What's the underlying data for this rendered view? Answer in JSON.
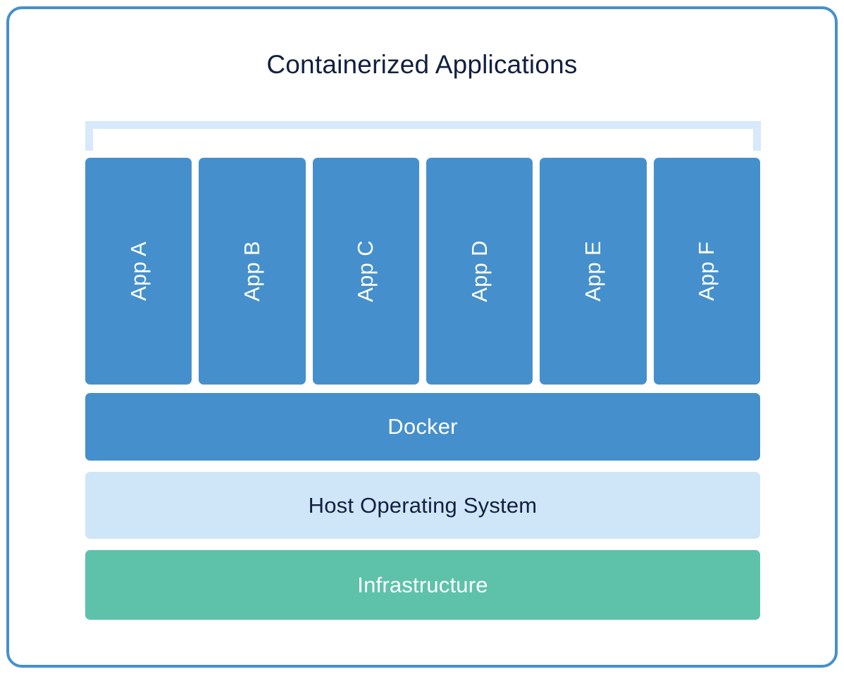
{
  "diagram": {
    "title": "Containerized Applications",
    "frame": {
      "border_color": "#4590cc"
    },
    "bracket": {
      "name": "containerized-apps-bracket",
      "color": "#d7e9fa"
    },
    "apps": [
      {
        "label": "App A",
        "color": "#4590cc"
      },
      {
        "label": "App B",
        "color": "#4590cc"
      },
      {
        "label": "App C",
        "color": "#4590cc"
      },
      {
        "label": "App D",
        "color": "#4590cc"
      },
      {
        "label": "App E",
        "color": "#4590cc"
      },
      {
        "label": "App F",
        "color": "#4590cc"
      }
    ],
    "layers": [
      {
        "label": "Docker",
        "color": "#4590cc",
        "text_color": "#ffffff"
      },
      {
        "label": "Host Operating System",
        "color": "#cfe6f8",
        "text_color": "#122040"
      },
      {
        "label": "Infrastructure",
        "color": "#5ec2ab",
        "text_color": "#ffffff"
      }
    ],
    "colors": {
      "title_text": "#122040",
      "app_blue": "#4590cc",
      "bracket_blue": "#d7e9fa",
      "host_os_blue": "#cfe6f8",
      "infrastructure_teal": "#5ec2ab",
      "frame_blue": "#4590cc",
      "background": "#ffffff"
    }
  }
}
